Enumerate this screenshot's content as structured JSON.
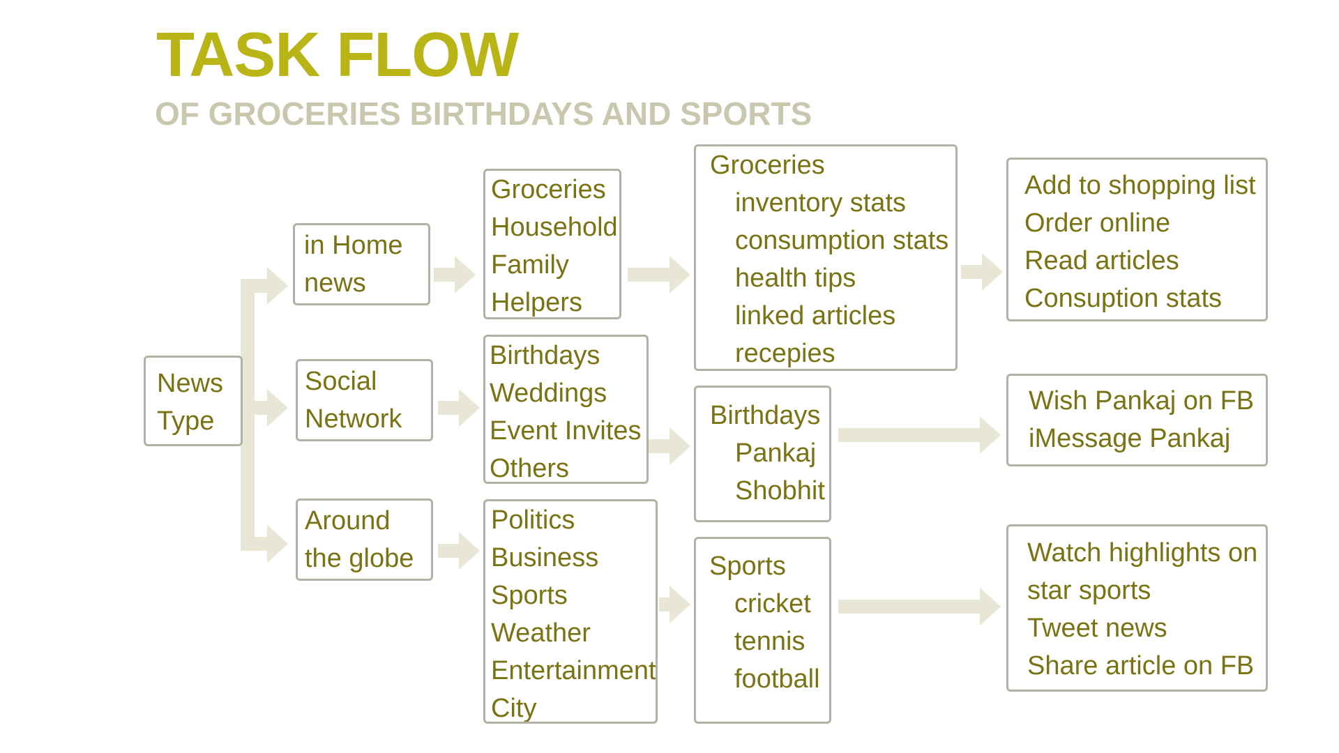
{
  "title": "TASK FLOW",
  "subtitle": "OF GROCERIES BIRTHDAYS AND SPORTS",
  "colors": {
    "title": "#b9b517",
    "subtitle": "#c9c7ad",
    "node_text": "#7a7313",
    "node_border": "#b2b1a5",
    "arrow": "#e8e7d5",
    "background": "#ffffff"
  },
  "nodes": {
    "news_type": [
      "News",
      "Type"
    ],
    "in_home_news": [
      "in Home",
      "news"
    ],
    "social_network": [
      "Social",
      "Network"
    ],
    "around_the_globe": [
      "Around",
      "the globe"
    ],
    "home_categories": [
      "Groceries",
      "Household",
      "Family",
      "Helpers"
    ],
    "social_categories": [
      "Birthdays",
      "Weddings",
      "Event Invites",
      "Others"
    ],
    "globe_categories": [
      "Politics",
      "Business",
      "Sports",
      "Weather",
      "Entertainment",
      "City"
    ],
    "groceries_detail": {
      "heading": "Groceries",
      "items": [
        "inventory stats",
        "consumption stats",
        "health tips",
        "linked articles",
        "recepies"
      ]
    },
    "birthdays_detail": {
      "heading": "Birthdays",
      "items": [
        "Pankaj",
        "Shobhit"
      ]
    },
    "sports_detail": {
      "heading": "Sports",
      "items": [
        "cricket",
        "tennis",
        "football",
        "..."
      ]
    },
    "groceries_actions": [
      "Add to shopping list",
      "Order online",
      "Read articles",
      "Consuption stats"
    ],
    "birthdays_actions": [
      "Wish Pankaj on FB",
      "iMessage Pankaj"
    ],
    "sports_actions": [
      "Watch highlights on",
      "star sports",
      "Tweet news",
      "Share article on FB"
    ]
  }
}
